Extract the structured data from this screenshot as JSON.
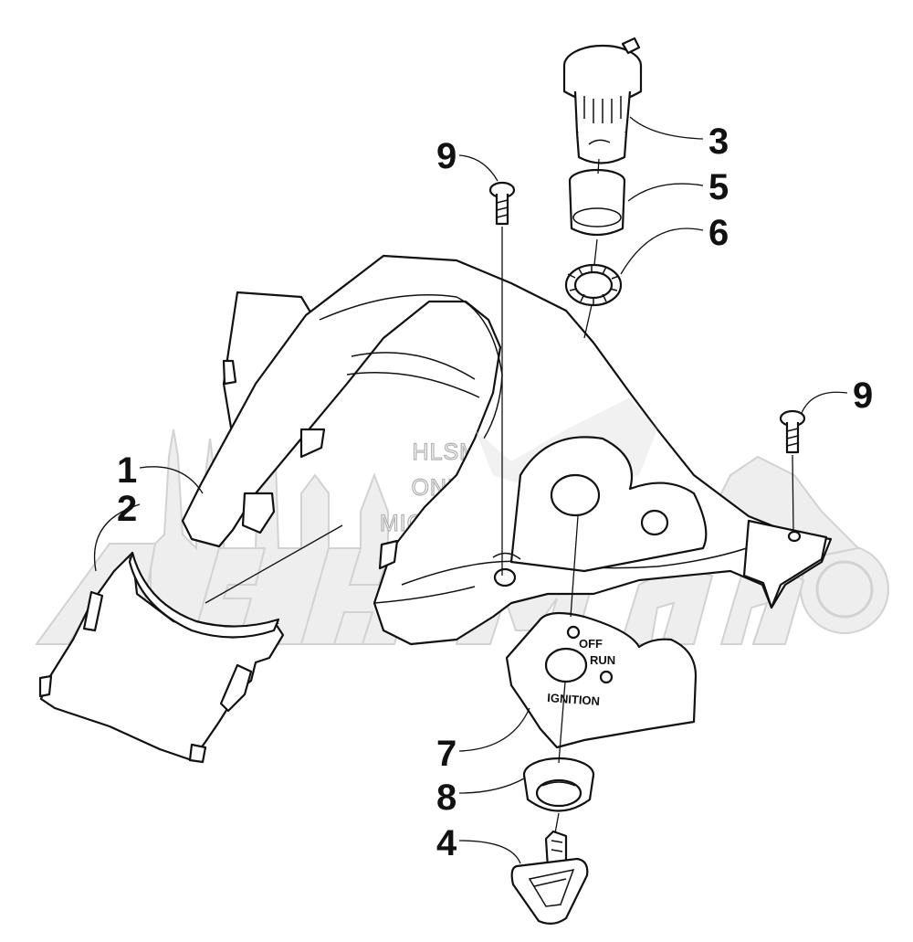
{
  "watermark": {
    "lines": [
      "HLSM'S",
      "ONLINE",
      "MICROFICHE"
    ]
  },
  "plate": {
    "off": "OFF",
    "run": "RUN",
    "ignition": "IGNITION"
  },
  "callouts": [
    {
      "id": "1",
      "label": "1"
    },
    {
      "id": "2",
      "label": "2"
    },
    {
      "id": "3",
      "label": "3"
    },
    {
      "id": "4",
      "label": "4"
    },
    {
      "id": "5",
      "label": "5"
    },
    {
      "id": "6",
      "label": "6"
    },
    {
      "id": "7",
      "label": "7"
    },
    {
      "id": "8",
      "label": "8"
    },
    {
      "id": "9a",
      "label": "9"
    },
    {
      "id": "9b",
      "label": "9"
    }
  ]
}
